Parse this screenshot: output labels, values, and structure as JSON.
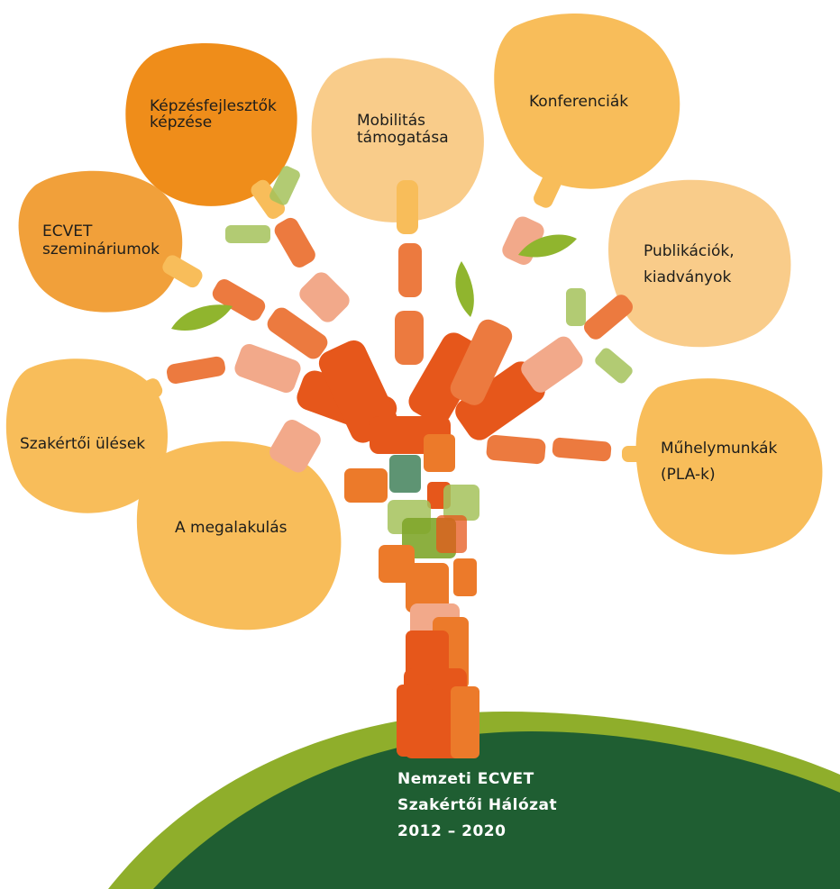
{
  "nodes": [
    {
      "id": "kepzesfejlesztok",
      "lines": [
        "Képzésfejlesztők",
        "képzése"
      ]
    },
    {
      "id": "mobilitas",
      "lines": [
        "Mobilitás",
        "támogatása"
      ]
    },
    {
      "id": "konferenciak",
      "lines": [
        "Konferenciák"
      ]
    },
    {
      "id": "ecvet-szeminariumok",
      "lines": [
        "ECVET",
        "szemináriumok"
      ]
    },
    {
      "id": "publikaciok",
      "lines": [
        "Publikációk,",
        "kiadványok"
      ]
    },
    {
      "id": "szakertoi-ulesek",
      "lines": [
        "Szakértői ülések"
      ]
    },
    {
      "id": "muhelymunkak",
      "lines": [
        "Műhelymunkák",
        "(PLA-k)"
      ]
    },
    {
      "id": "megalakulas",
      "lines": [
        "A megalakulás"
      ]
    }
  ],
  "footer": {
    "line1": "Nemzeti ECVET",
    "line2": "Szakértői Hálózat",
    "line3": "2012 – 2020"
  },
  "colors": {
    "bubble_light": "#f9cc8a",
    "bubble_mid": "#f8bd5a",
    "bubble_orange": "#f1a03a",
    "bubble_dark": "#ef8d1a",
    "branch_red": "#e6571b",
    "branch_orange": "#ec7a3f",
    "branch_salmon": "#f2a98a",
    "leaf_green": "#90b52e",
    "hill_light": "#8fae2b",
    "hill_dark": "#1f5e32"
  }
}
